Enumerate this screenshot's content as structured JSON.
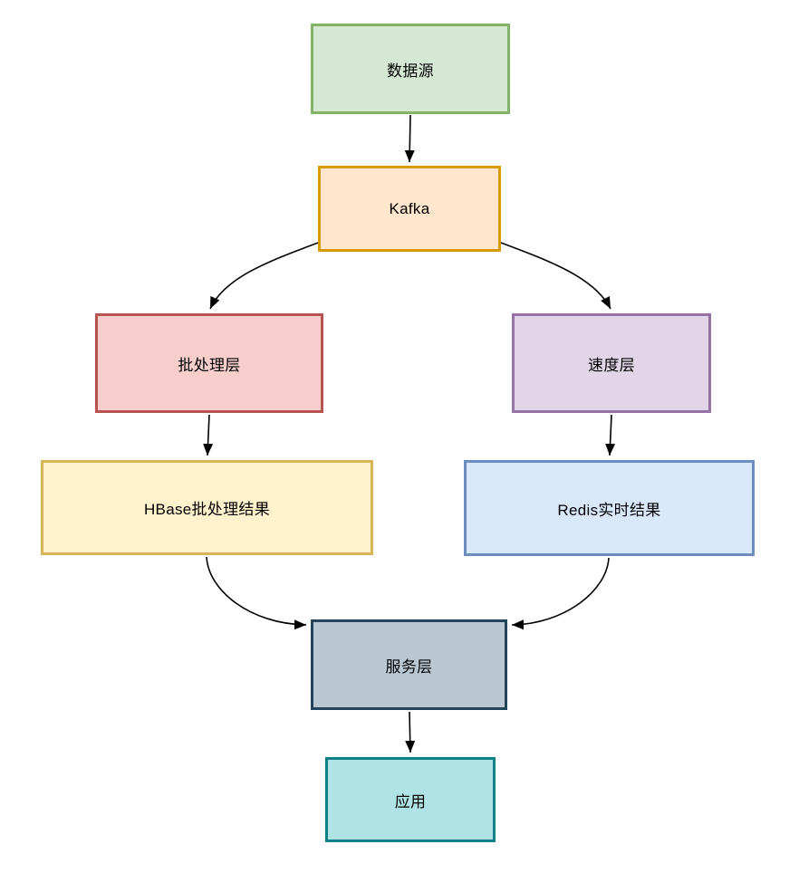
{
  "diagram": {
    "type": "flowchart",
    "background": "#ffffff",
    "arrow_color": "#000000",
    "nodes": [
      {
        "id": "data-source",
        "label": "数据源",
        "fill": "#d5e8d4",
        "stroke": "#82b366"
      },
      {
        "id": "kafka",
        "label": "Kafka",
        "fill": "#ffe6cc",
        "stroke": "#d79b00"
      },
      {
        "id": "batch-layer",
        "label": "批处理层",
        "fill": "#f8cecc",
        "stroke": "#b85450"
      },
      {
        "id": "speed-layer",
        "label": "速度层",
        "fill": "#e1d5e7",
        "stroke": "#9673a6"
      },
      {
        "id": "hbase-batch-results",
        "label": "HBase批处理结果",
        "fill": "#fff2cc",
        "stroke": "#d6b656"
      },
      {
        "id": "redis-realtime-results",
        "label": "Redis实时结果",
        "fill": "#dae8fc",
        "stroke": "#6c8ebf"
      },
      {
        "id": "serving-layer",
        "label": "服务层",
        "fill": "#bac8d3",
        "stroke": "#23445d"
      },
      {
        "id": "application",
        "label": "应用",
        "fill": "#b0e3e6",
        "stroke": "#0e8088"
      }
    ],
    "edges": [
      {
        "from": "data-source",
        "to": "kafka"
      },
      {
        "from": "kafka",
        "to": "batch-layer"
      },
      {
        "from": "kafka",
        "to": "speed-layer"
      },
      {
        "from": "batch-layer",
        "to": "hbase-batch-results"
      },
      {
        "from": "speed-layer",
        "to": "redis-realtime-results"
      },
      {
        "from": "hbase-batch-results",
        "to": "serving-layer"
      },
      {
        "from": "redis-realtime-results",
        "to": "serving-layer"
      },
      {
        "from": "serving-layer",
        "to": "application"
      }
    ]
  }
}
